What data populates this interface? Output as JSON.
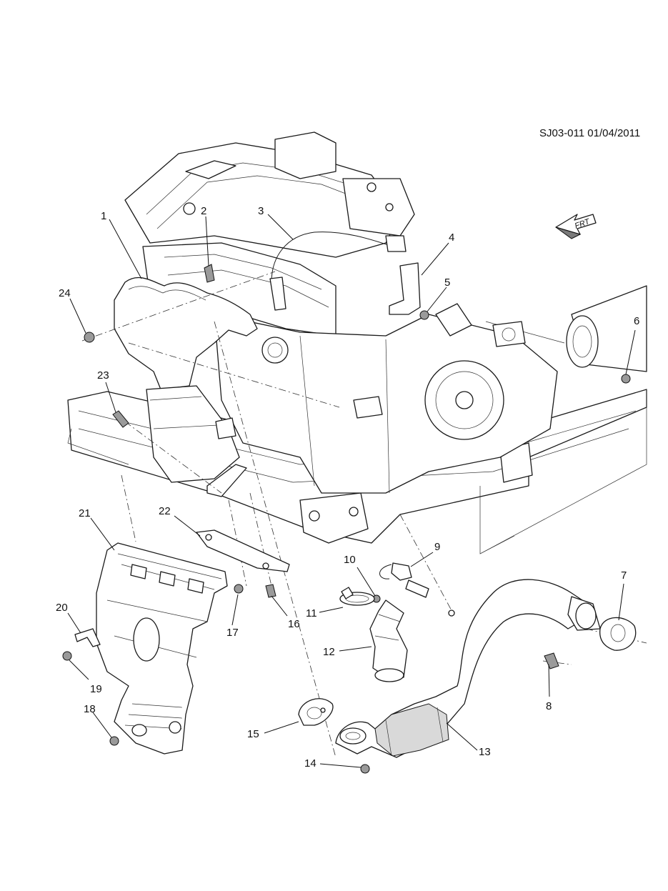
{
  "diagram": {
    "code": "SJ03-011 01/04/2011",
    "front_arrow_text": "FRT",
    "callouts": [
      {
        "id": "1",
        "text": "1"
      },
      {
        "id": "2",
        "text": "2"
      },
      {
        "id": "3",
        "text": "3"
      },
      {
        "id": "4",
        "text": "4"
      },
      {
        "id": "5",
        "text": "5"
      },
      {
        "id": "6",
        "text": "6"
      },
      {
        "id": "7",
        "text": "7"
      },
      {
        "id": "8",
        "text": "8"
      },
      {
        "id": "9",
        "text": "9"
      },
      {
        "id": "10",
        "text": "10"
      },
      {
        "id": "11",
        "text": "11"
      },
      {
        "id": "12",
        "text": "12"
      },
      {
        "id": "13",
        "text": "13"
      },
      {
        "id": "14",
        "text": "14"
      },
      {
        "id": "15",
        "text": "15"
      },
      {
        "id": "16",
        "text": "16"
      },
      {
        "id": "17",
        "text": "17"
      },
      {
        "id": "18",
        "text": "18"
      },
      {
        "id": "19",
        "text": "19"
      },
      {
        "id": "20",
        "text": "20"
      },
      {
        "id": "21",
        "text": "21"
      },
      {
        "id": "22",
        "text": "22"
      },
      {
        "id": "23",
        "text": "23"
      },
      {
        "id": "24",
        "text": "24"
      }
    ]
  }
}
